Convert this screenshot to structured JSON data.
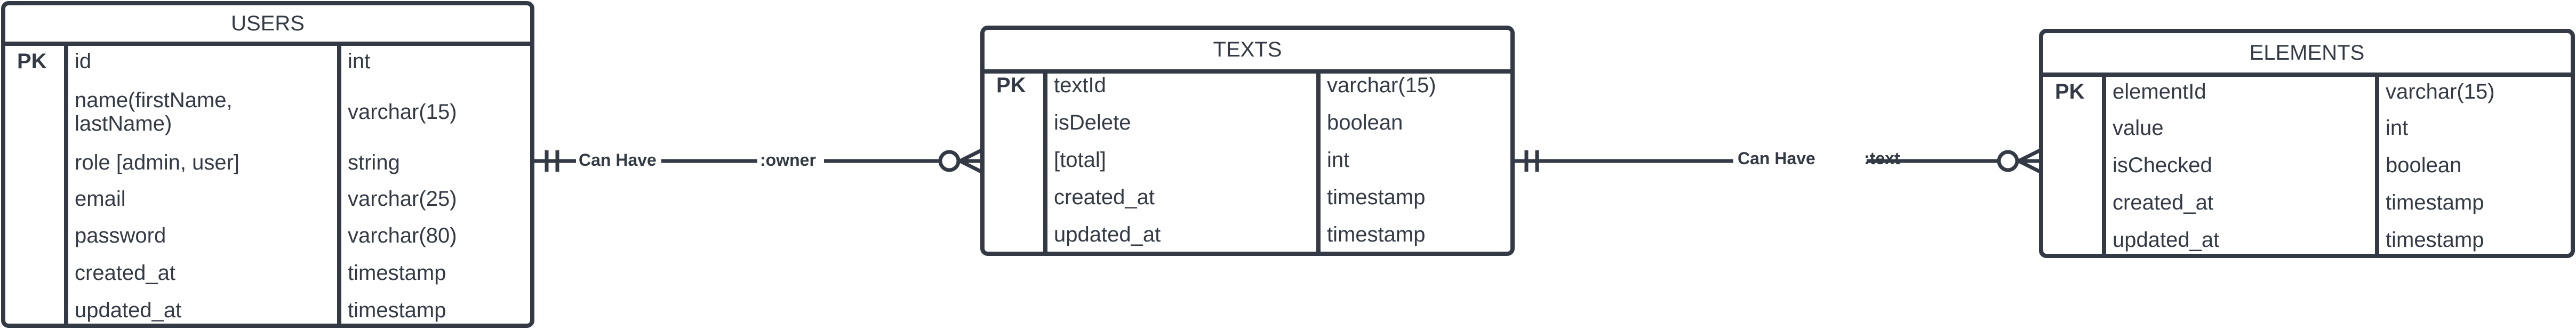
{
  "diagram": {
    "type": "entity-relationship",
    "colors": {
      "stroke": "#333a45",
      "background": "#ffffff",
      "text": "#333a45"
    },
    "pk_label": "PK",
    "entities": [
      {
        "id": "users",
        "title": "USERS",
        "attributes": [
          {
            "name": "id",
            "type": "int",
            "pk": true
          },
          {
            "name": "name(firstName,\nlastName)",
            "type": "varchar(15)"
          },
          {
            "name": "role [admin, user]",
            "type": "string"
          },
          {
            "name": "email",
            "type": "varchar(25)"
          },
          {
            "name": "password",
            "type": "varchar(80)"
          },
          {
            "name": "created_at",
            "type": "timestamp"
          },
          {
            "name": "updated_at",
            "type": "timestamp"
          }
        ]
      },
      {
        "id": "texts",
        "title": "TEXTS",
        "attributes": [
          {
            "name": "textId",
            "type": "varchar(15)",
            "pk": true
          },
          {
            "name": "isDelete",
            "type": "boolean"
          },
          {
            "name": "[total]",
            "type": "int"
          },
          {
            "name": "created_at",
            "type": "timestamp"
          },
          {
            "name": "updated_at",
            "type": "timestamp"
          }
        ]
      },
      {
        "id": "elements",
        "title": "ELEMENTS",
        "attributes": [
          {
            "name": "elementId",
            "type": "varchar(15)",
            "pk": true
          },
          {
            "name": "value",
            "type": "int"
          },
          {
            "name": "isChecked",
            "type": "boolean"
          },
          {
            "name": "created_at",
            "type": "timestamp"
          },
          {
            "name": "updated_at",
            "type": "timestamp"
          }
        ]
      }
    ],
    "relationships": [
      {
        "from": "users",
        "to": "texts",
        "from_cardinality": "one-and-only-one",
        "to_cardinality": "zero-or-many",
        "label": "Can Have",
        "role": ":owner"
      },
      {
        "from": "texts",
        "to": "elements",
        "from_cardinality": "one-and-only-one",
        "to_cardinality": "zero-or-many",
        "label": "Can Have",
        "role": ":text"
      }
    ]
  }
}
